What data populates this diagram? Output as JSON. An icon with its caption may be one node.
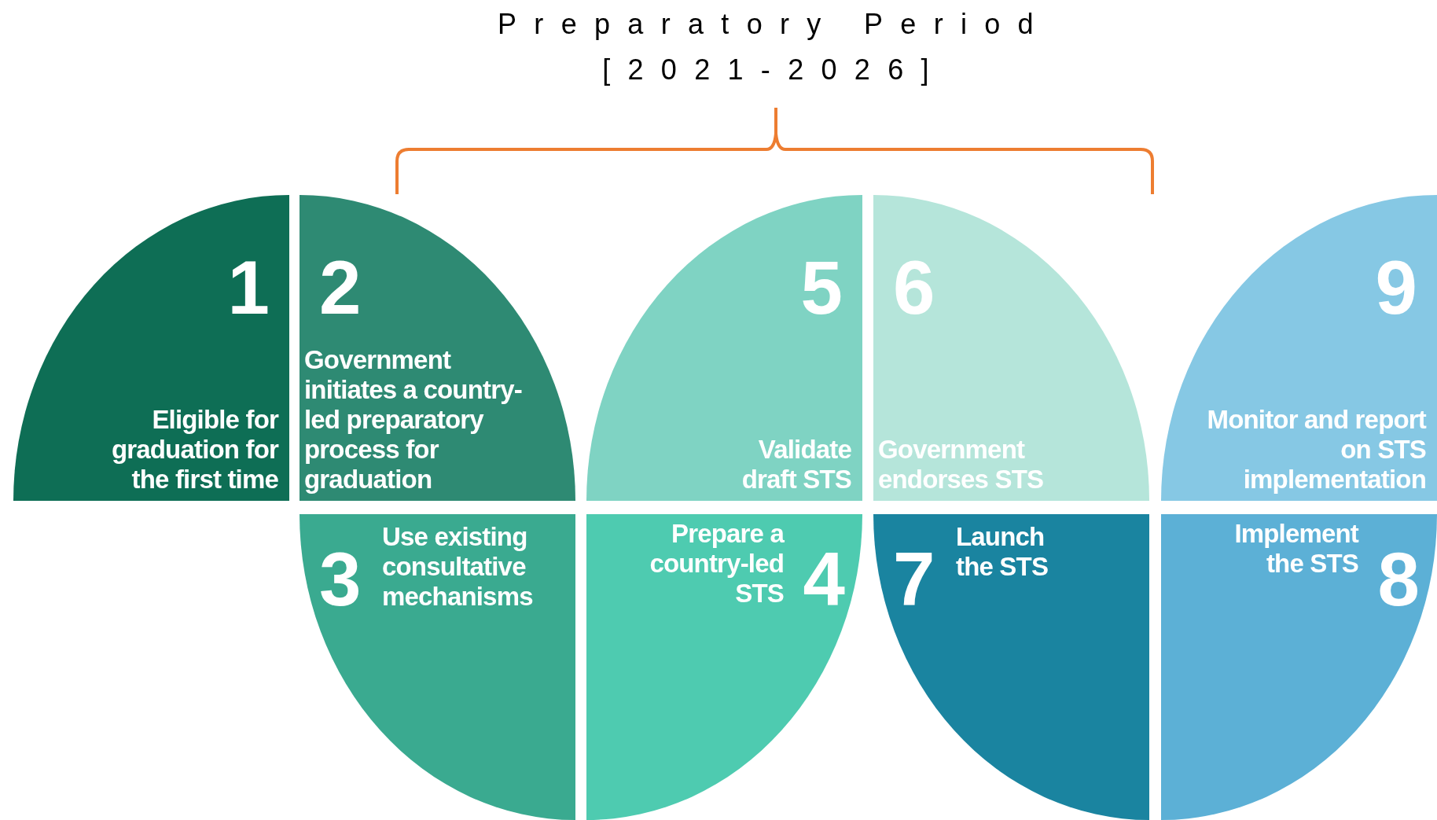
{
  "diagram": {
    "title": "Preparatory Period [2021-2026]",
    "nodes": [
      {
        "text": [
          "1",
          "Eligible for graduation for the first time"
        ]
      },
      {
        "text": [
          "2",
          "Government initiates a country-led preparatory process for graduation"
        ]
      },
      {
        "text": [
          "3",
          "Use existing consultative mechanisms"
        ]
      },
      {
        "text": [
          "Prepare a country-led STS",
          "4"
        ]
      },
      {
        "text": [
          "5",
          "Validate draft STS"
        ]
      },
      {
        "text": [
          "6",
          "Government endorses STS"
        ]
      },
      {
        "text": [
          "7",
          "Launch the STS"
        ]
      },
      {
        "text": [
          "Implement the STS",
          "8"
        ]
      },
      {
        "text": [
          "9",
          "Monitor and report on STS implementation"
        ]
      }
    ],
    "edges": []
  }
}
